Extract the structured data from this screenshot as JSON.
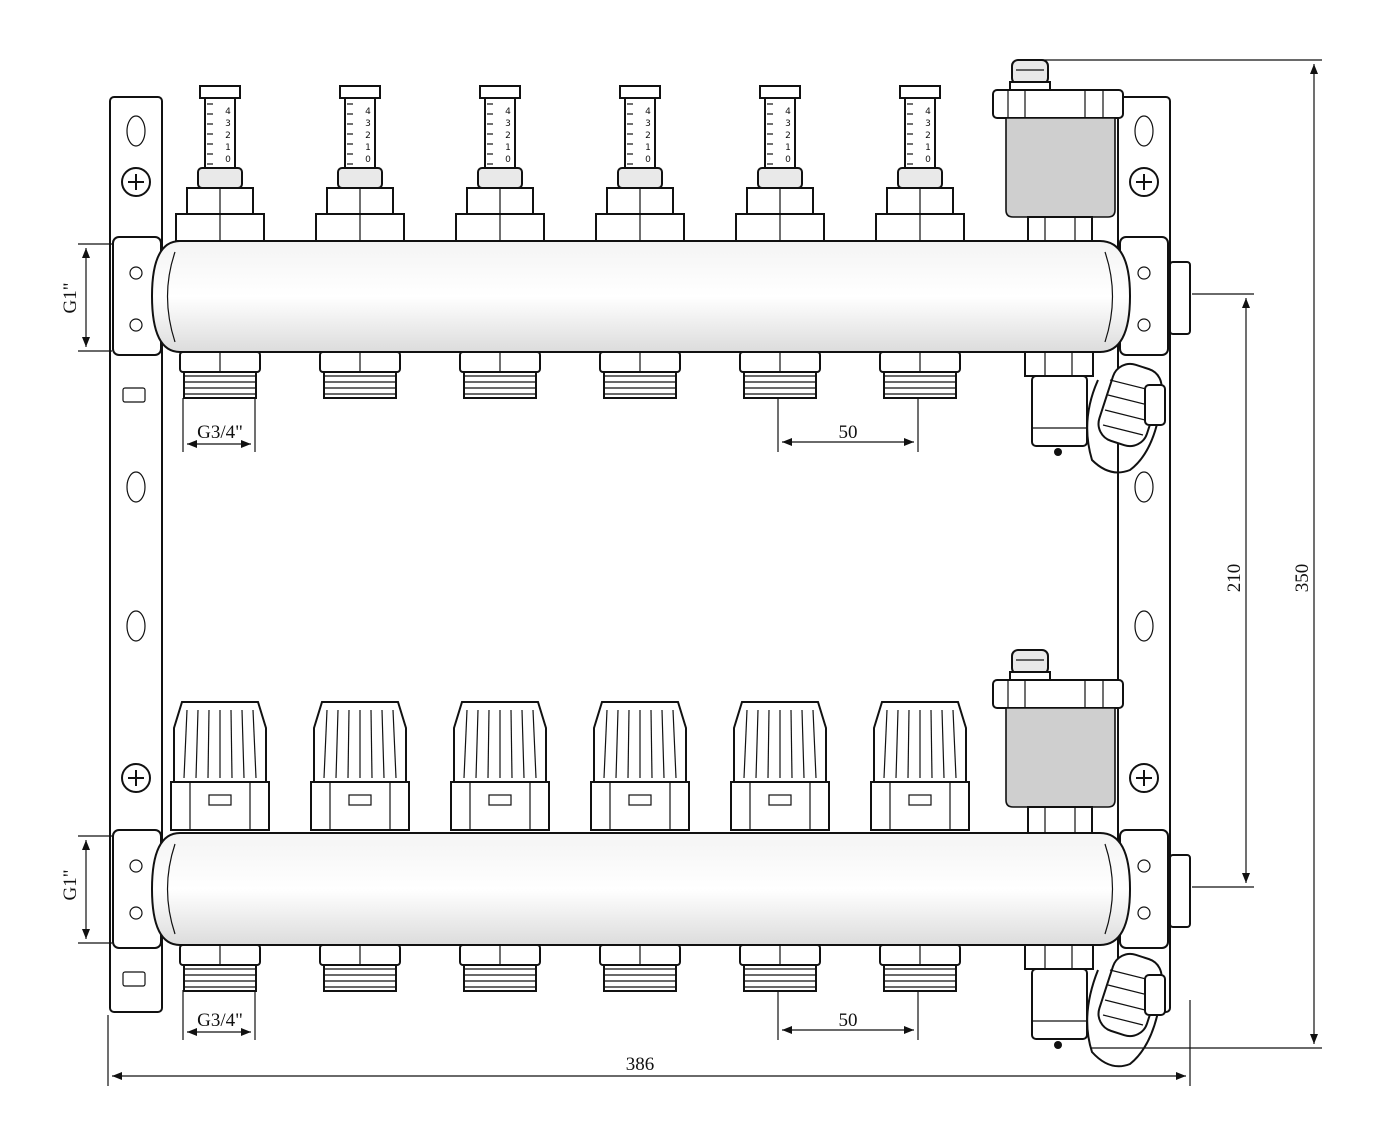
{
  "dimensions": {
    "inlet_top": "G1\"",
    "inlet_bottom": "G1\"",
    "outlet_top": "G3/4\"",
    "outlet_bottom": "G3/4\"",
    "pitch_top": "50",
    "pitch_bottom": "50",
    "axis_distance": "210",
    "total_height": "350",
    "total_width": "386"
  },
  "flowmeter_scale": [
    "4",
    "3",
    "2",
    "1",
    "0"
  ],
  "outlet_count": 6
}
